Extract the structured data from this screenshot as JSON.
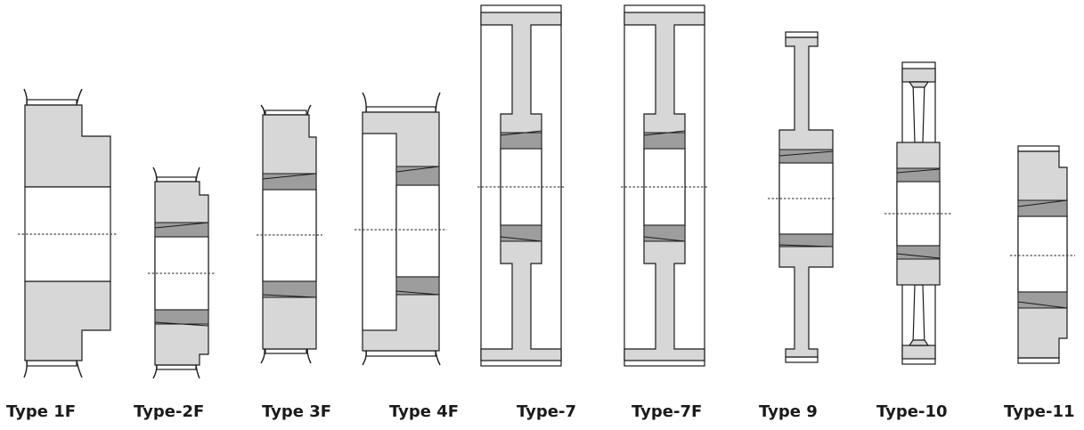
{
  "labels": {
    "type1f": "Type 1F",
    "type2f": "Type-2F",
    "type3f": "Type 3F",
    "type4f": "Type 4F",
    "type7": "Type-7",
    "type7f": "Type-7F",
    "type9": "Type 9",
    "type10": "Type-10",
    "type11": "Type-11"
  },
  "colors": {
    "body": "#d7d7d7",
    "bush": "#9d9d9d",
    "outline": "#1a1a1a"
  }
}
